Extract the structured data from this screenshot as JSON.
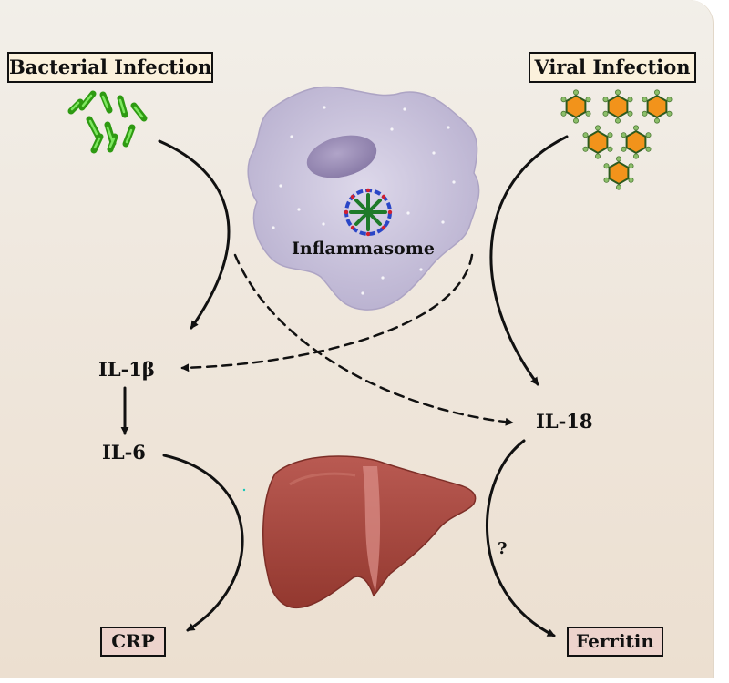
{
  "infections": {
    "bacterial": "Bacterial Infection",
    "viral": "Viral Infection"
  },
  "cell": {
    "label": "Inflammasome"
  },
  "cytokines": {
    "il1b": "IL-1β",
    "il6": "IL-6",
    "il18": "IL-18"
  },
  "outputs": {
    "crp": "CRP",
    "ferritin": "Ferritin"
  },
  "uncertain_mark": "?",
  "colors": {
    "bacteria": "#3cc21e",
    "virus_fill": "#f2931b",
    "virus_ring": "#8cbf6a",
    "cell": "#c9c2dc",
    "nucleus": "#9b8eb8",
    "liver": "#a5463f",
    "infection_box": "#fbf1dc",
    "output_box": "#edd3cc"
  }
}
